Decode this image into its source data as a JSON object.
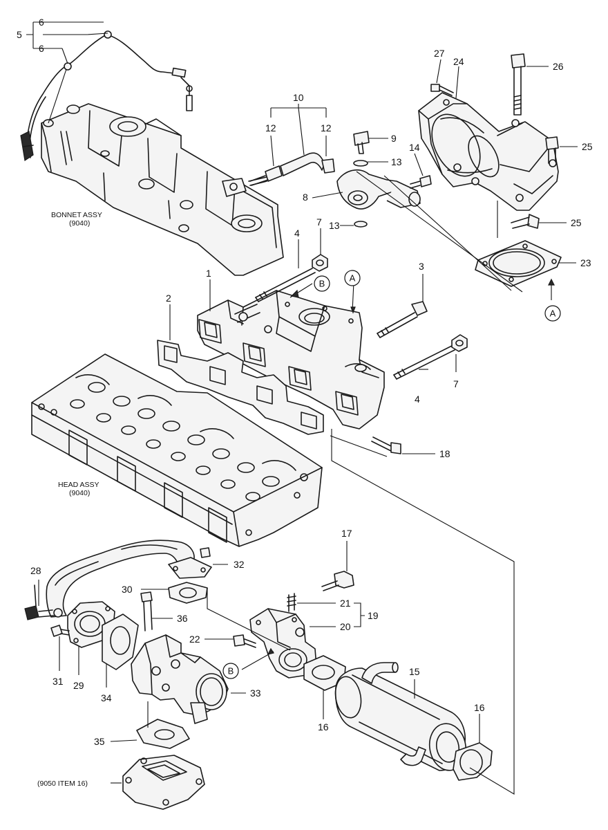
{
  "callouts": [
    {
      "id": "c5",
      "text": "5"
    },
    {
      "id": "c6a",
      "text": "6"
    },
    {
      "id": "c6b",
      "text": "6"
    },
    {
      "id": "c10",
      "text": "10"
    },
    {
      "id": "c12a",
      "text": "12"
    },
    {
      "id": "c12b",
      "text": "12"
    },
    {
      "id": "c9",
      "text": "9"
    },
    {
      "id": "c13a",
      "text": "13"
    },
    {
      "id": "c13b",
      "text": "13"
    },
    {
      "id": "c14",
      "text": "14"
    },
    {
      "id": "c8",
      "text": "8"
    },
    {
      "id": "c27",
      "text": "27"
    },
    {
      "id": "c24",
      "text": "24"
    },
    {
      "id": "c26",
      "text": "26"
    },
    {
      "id": "c25a",
      "text": "25"
    },
    {
      "id": "c25b",
      "text": "25"
    },
    {
      "id": "c23",
      "text": "23"
    },
    {
      "id": "c7a",
      "text": "7"
    },
    {
      "id": "c7b",
      "text": "7"
    },
    {
      "id": "c4a",
      "text": "4"
    },
    {
      "id": "c4b",
      "text": "4"
    },
    {
      "id": "c1",
      "text": "1"
    },
    {
      "id": "c2",
      "text": "2"
    },
    {
      "id": "c3",
      "text": "3"
    },
    {
      "id": "c18",
      "text": "18"
    },
    {
      "id": "c17",
      "text": "17"
    },
    {
      "id": "c32",
      "text": "32"
    },
    {
      "id": "c28",
      "text": "28"
    },
    {
      "id": "c30",
      "text": "30"
    },
    {
      "id": "c36",
      "text": "36"
    },
    {
      "id": "c21",
      "text": "21"
    },
    {
      "id": "c19",
      "text": "19"
    },
    {
      "id": "c20",
      "text": "20"
    },
    {
      "id": "c22",
      "text": "22"
    },
    {
      "id": "c31",
      "text": "31"
    },
    {
      "id": "c29",
      "text": "29"
    },
    {
      "id": "c34",
      "text": "34"
    },
    {
      "id": "c33",
      "text": "33"
    },
    {
      "id": "c15",
      "text": "15"
    },
    {
      "id": "c16a",
      "text": "16"
    },
    {
      "id": "c16b",
      "text": "16"
    },
    {
      "id": "c35",
      "text": "35"
    }
  ],
  "refs": {
    "A_top": "A",
    "A_right": "A",
    "B_top": "B",
    "B_bottom": "B"
  },
  "labels": {
    "bonnet_line1": "BONNET ASSY",
    "bonnet_line2": "(9040)",
    "head_line1": "HEAD ASSY",
    "head_line2": "(9040)",
    "item_ref": "(9050 ITEM 16)"
  }
}
